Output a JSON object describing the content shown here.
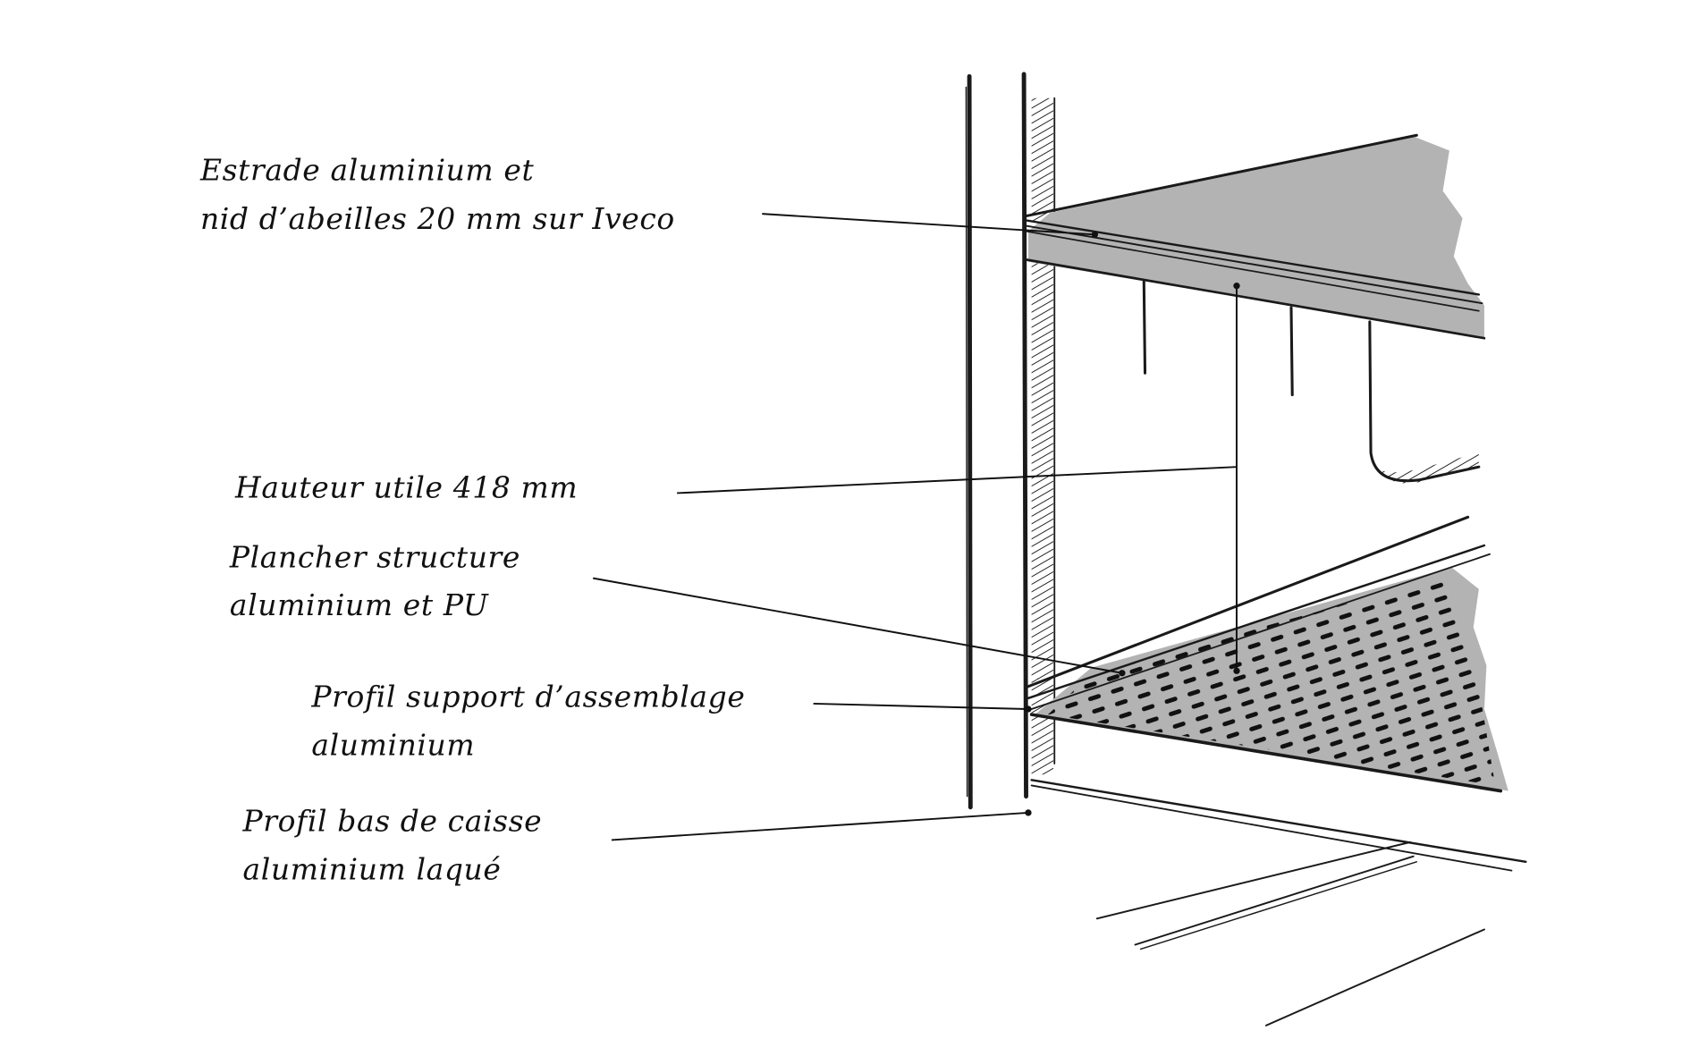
{
  "labels": {
    "estrade": {
      "line1": "Estrade aluminium et",
      "line2": "nid d’abeilles 20 mm sur Iveco"
    },
    "hauteur": {
      "line1": "Hauteur utile 418 mm"
    },
    "plancher": {
      "line1": "Plancher structure",
      "line2": "aluminium et PU"
    },
    "profil_support": {
      "line1": "Profil support d’assemblage",
      "line2": "aluminium"
    },
    "profil_bas": {
      "line1": "Profil bas de caisse",
      "line2": "aluminium laqué"
    }
  },
  "colors": {
    "ink": "#1a1a1a",
    "fill": "#b3b3b3",
    "background": "#ffffff"
  }
}
